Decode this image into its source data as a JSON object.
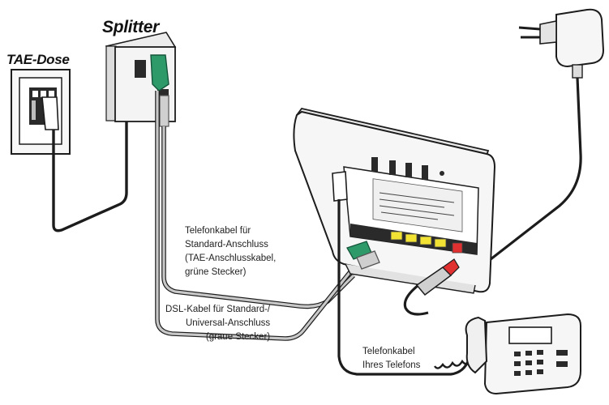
{
  "labels": {
    "splitter": "Splitter",
    "tae_dose": "TAE-Dose"
  },
  "captions": {
    "telefonkabel_standard": [
      "Telefonkabel für",
      "Standard-Anschluss",
      "(TAE-Anschlusskabel,",
      "grüne Stecker)"
    ],
    "dsl_kabel": [
      "DSL-Kabel für Standard-/",
      "Universal-Anschluss",
      "(graue Stecker)"
    ],
    "telefonkabel_telefon": [
      "Telefonkabel",
      "Ihres Telefons"
    ]
  },
  "colors": {
    "line": "#1c1c1c",
    "grey_cable": "#b8b8b8",
    "green_plug": "#2e9a6a",
    "yellow_port": "#f2e233",
    "red_port": "#e03030",
    "device_fill": "#f6f6f6"
  }
}
